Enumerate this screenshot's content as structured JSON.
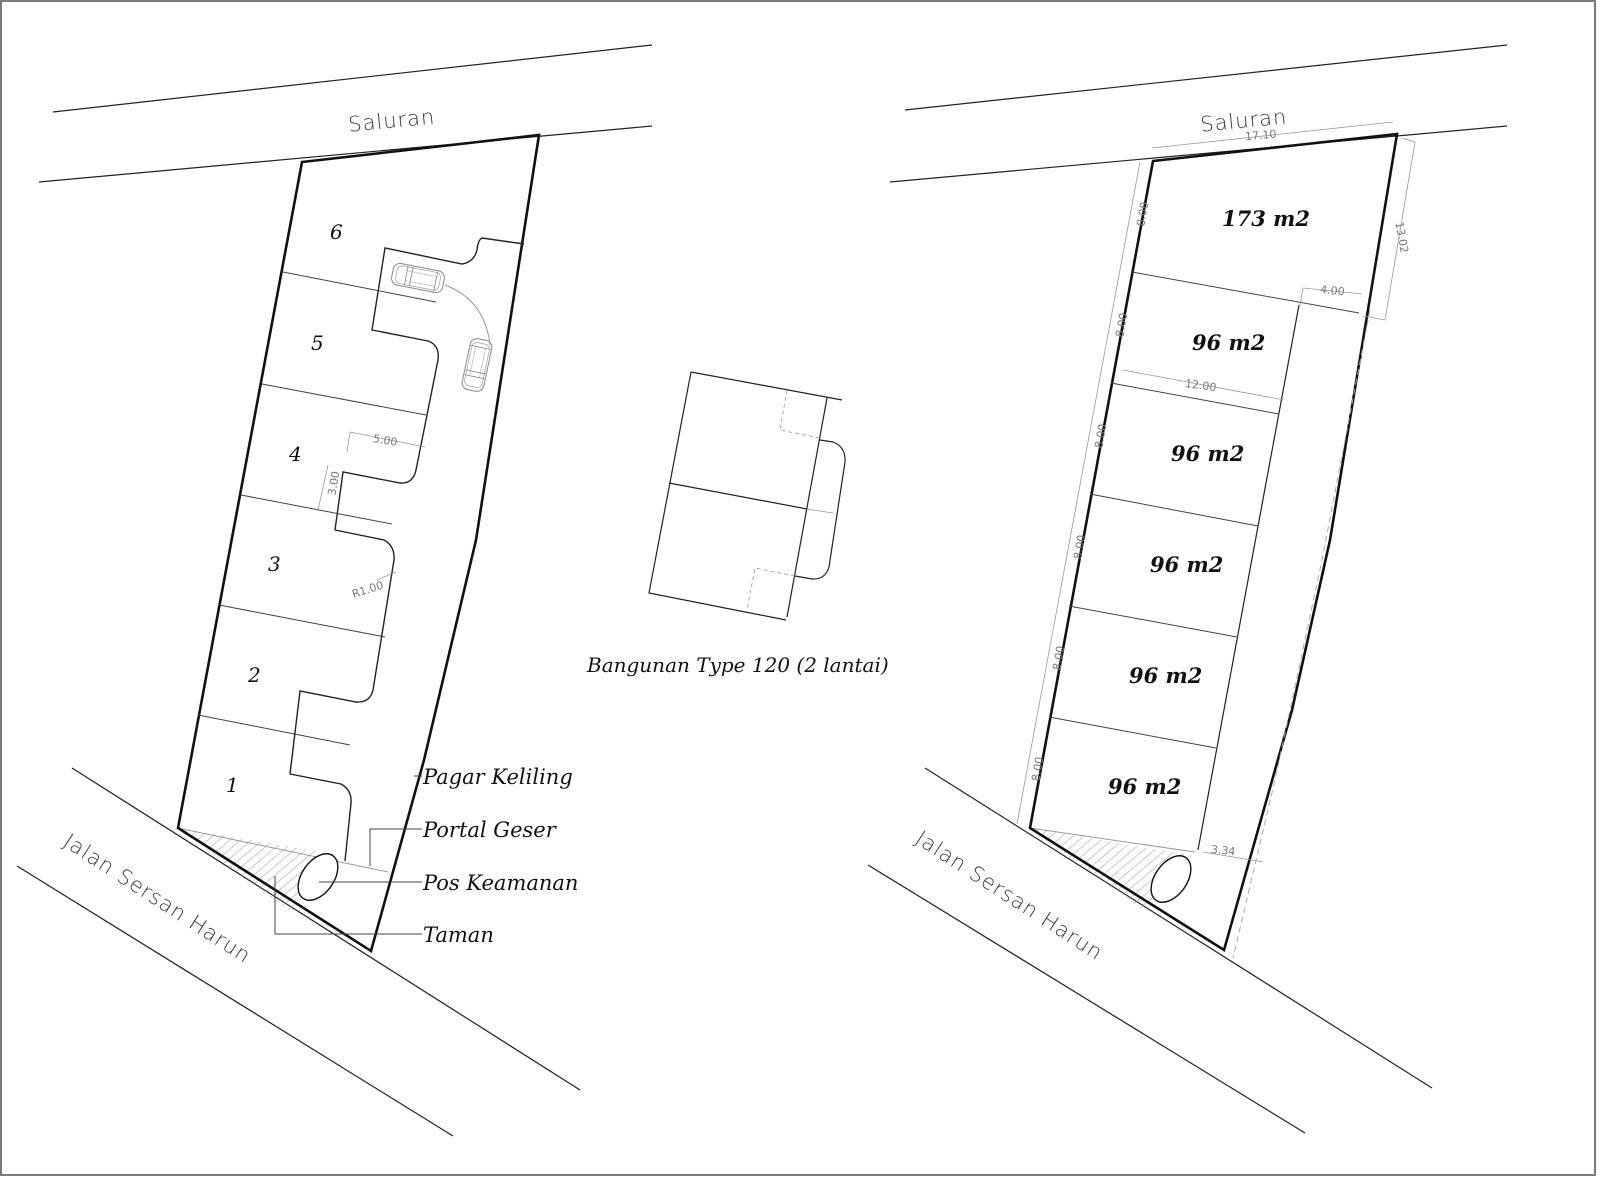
{
  "left_plan": {
    "canal_label": "Saluran",
    "road_label": "Jalan Sersan Harun",
    "lots": [
      {
        "number": "1"
      },
      {
        "number": "2"
      },
      {
        "number": "3"
      },
      {
        "number": "4"
      },
      {
        "number": "5"
      },
      {
        "number": "6"
      }
    ],
    "dimensions": {
      "setback_width": "5.00",
      "setback_depth": "3.00",
      "radius": "R1.00"
    },
    "callouts": [
      {
        "label": "Pagar Keliling"
      },
      {
        "label": "Portal Geser"
      },
      {
        "label": "Pos Keamanan"
      },
      {
        "label": "Taman"
      }
    ]
  },
  "building": {
    "caption": "Bangunan Type 120 (2 lantai)"
  },
  "right_plan": {
    "canal_label": "Saluran",
    "road_label": "Jalan Sersan Harun",
    "lot_areas": [
      "173 m2",
      "96 m2",
      "96 m2",
      "96 m2",
      "96 m2",
      "96 m2"
    ],
    "dimensions": {
      "top_width": "17.10",
      "right_depth": "13.02",
      "driveway_width_top": "4.00",
      "lot_width": "12.00",
      "lot_depths": [
        "8.00",
        "8.00",
        "8.00",
        "8.00",
        "8.00",
        "8.00"
      ],
      "driveway_width_bottom": "3.34"
    }
  },
  "colors": {
    "line": "#111111",
    "thin_line": "#333333",
    "dimension": "#8a8a8a",
    "hatch": "#9a9a9a"
  }
}
